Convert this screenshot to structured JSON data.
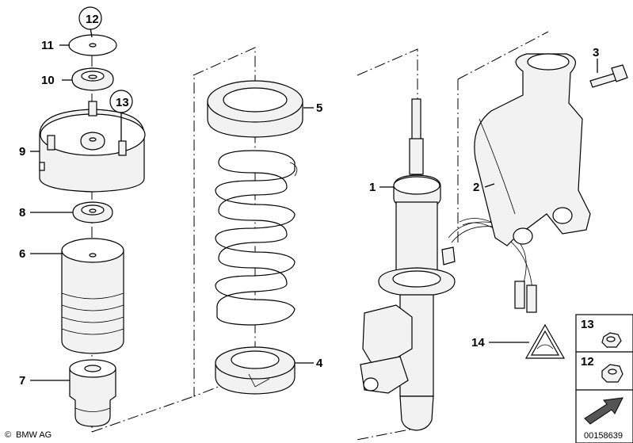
{
  "callouts": [
    {
      "id": "c1",
      "text": "1"
    },
    {
      "id": "c2",
      "text": "2"
    },
    {
      "id": "c3",
      "text": "3"
    },
    {
      "id": "c4",
      "text": "4"
    },
    {
      "id": "c5",
      "text": "5"
    },
    {
      "id": "c6",
      "text": "6"
    },
    {
      "id": "c7",
      "text": "7"
    },
    {
      "id": "c8",
      "text": "8"
    },
    {
      "id": "c9",
      "text": "9"
    },
    {
      "id": "c10",
      "text": "10"
    },
    {
      "id": "c11",
      "text": "11"
    },
    {
      "id": "c12",
      "text": "12"
    },
    {
      "id": "c13",
      "text": "13"
    },
    {
      "id": "c14",
      "text": "14"
    }
  ],
  "side_panel": {
    "item_a": "13",
    "item_b": "12"
  },
  "footer": {
    "brand": "BMW AG",
    "copyright_symbol": "©",
    "diagram_id": "00158639"
  }
}
